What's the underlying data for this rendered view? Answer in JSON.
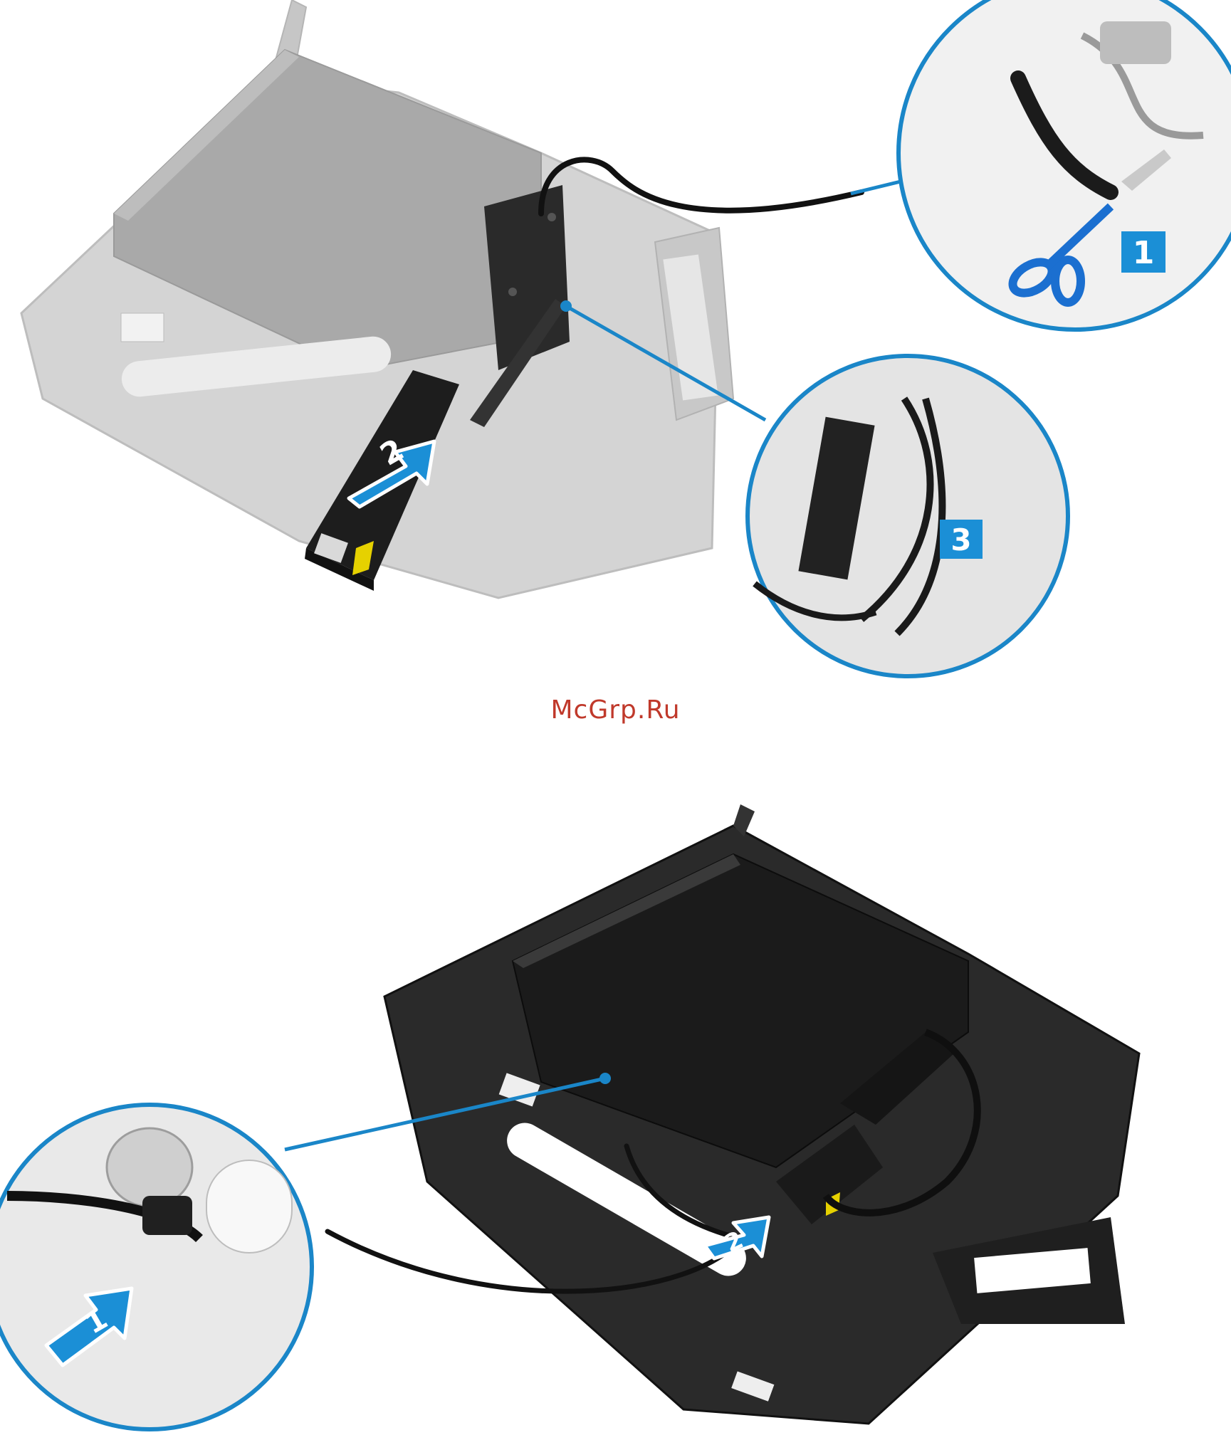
{
  "watermark": "McGrp.Ru",
  "step_badges": {
    "one": "1",
    "two": "2",
    "three": "3"
  },
  "colors": {
    "callout_blue": "#1a86c8",
    "badge_blue": "#1b8fd6",
    "faded_chassis": "#cfcfcf",
    "black_chassis": "#1f1f1f",
    "watermark_red": "#c0392b"
  },
  "icons": [
    "scissors-icon",
    "velcro-strap-icon",
    "push-arrow-icon",
    "power-adapter-icon",
    "cable-icon"
  ]
}
